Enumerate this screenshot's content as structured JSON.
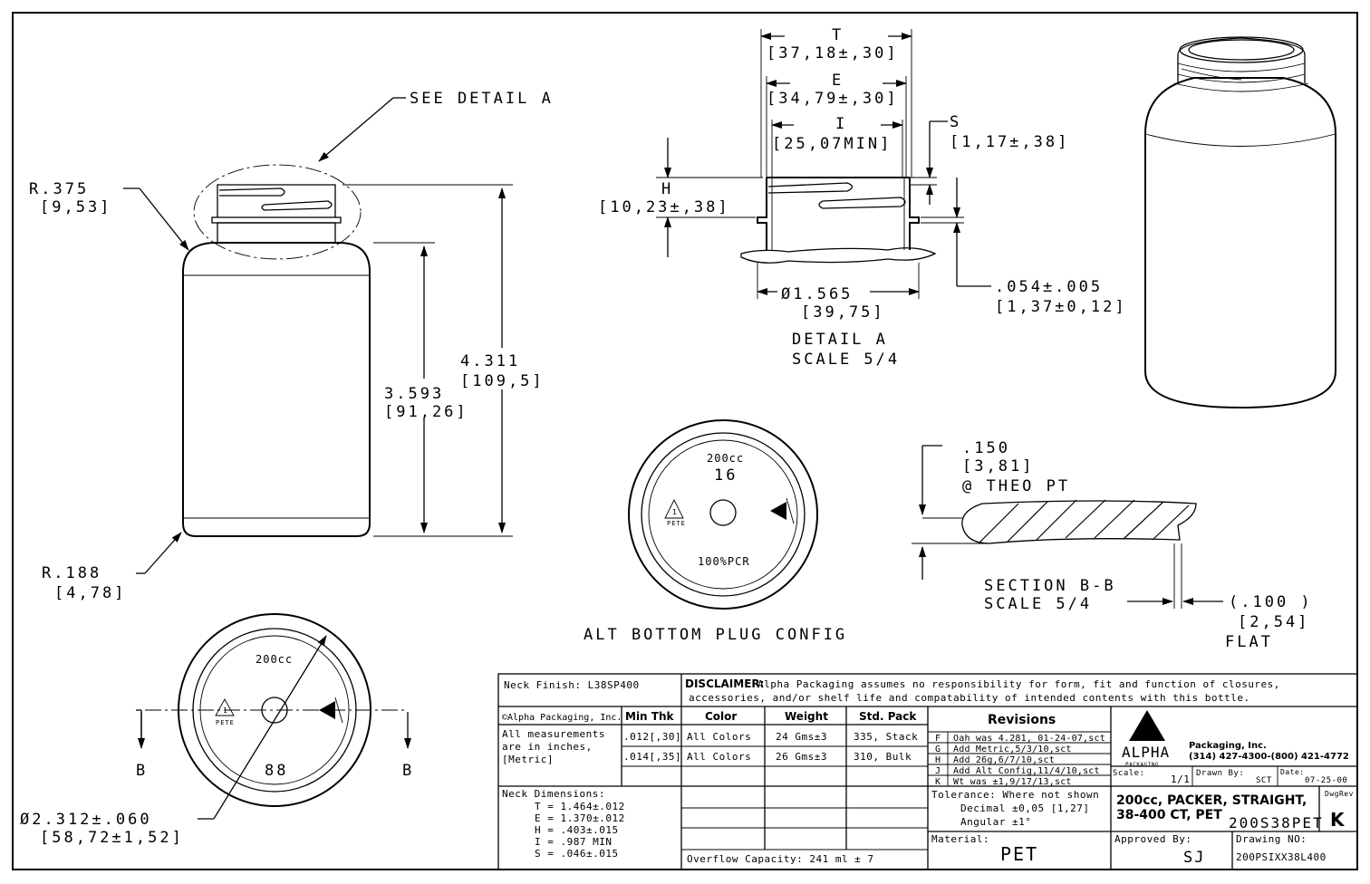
{
  "views": {
    "front": {
      "see_detail": "SEE DETAIL A",
      "r_top": "R.375",
      "r_top_mm": "[9,53]",
      "r_bot": "R.188",
      "r_bot_mm": "[4,78]",
      "h_body": "3.593",
      "h_body_mm": "[91,26]",
      "h_total": "4.311",
      "h_total_mm": "[109,5]"
    },
    "detail_a": {
      "t": "T",
      "t_val": "[37,18±,30]",
      "e": "E",
      "e_val": "[34,79±,30]",
      "i": "I",
      "i_val": "[25,07MIN]",
      "s": "S",
      "s_val": "[1,17±,38]",
      "h": "H",
      "h_val": "[10,23±,38]",
      "dia": "Ø1.565",
      "dia_mm": "[39,75]",
      "thk": ".054±.005",
      "thk_mm": "[1,37±0,12]",
      "title": "DETAIL A",
      "scale": "SCALE 5/4"
    },
    "bottom": {
      "cap": "200cc",
      "num": "88",
      "pete": "PETE",
      "sec_left": "B",
      "sec_right": "B",
      "dia": "Ø2.312±.060",
      "dia_mm": "[58,72±1,52]"
    },
    "alt_bottom": {
      "cap": "200cc",
      "num": "16",
      "pcr": "100%PCR",
      "pete": "PETE",
      "title": "ALT BOTTOM PLUG CONFIG"
    },
    "section_bb": {
      "h": ".150",
      "h_mm": "[3,81]",
      "theo": "@ THEO PT",
      "title": "SECTION B-B",
      "scale": "SCALE 5/4",
      "flat": "(.100 )",
      "flat_mm": "[2,54]",
      "flat_lbl": "FLAT"
    }
  },
  "title_block": {
    "neck_finish": "Neck Finish: L38SP400",
    "disclaimer_head": "DISCLAIMER:",
    "disclaimer_1": "Alpha Packaging assumes no responsibility for form, fit and function of closures,",
    "disclaimer_2": "accessories, and/or shelf life and compatability of intended contents with this bottle.",
    "copyright": "©Alpha Packaging, Inc.",
    "col_min_thk": "Min Thk",
    "col_color": "Color",
    "col_weight": "Weight",
    "col_pack": "Std. Pack",
    "meas_1": "All measurements",
    "meas_2": "are in inches,",
    "meas_3": "[Metric]",
    "rows": [
      {
        "thk": ".012[,30]",
        "color": "All Colors",
        "weight": "24 Gms±3",
        "pack": "335, Stack"
      },
      {
        "thk": ".014[,35]",
        "color": "All Colors",
        "weight": "26 Gms±3",
        "pack": "310, Bulk"
      }
    ],
    "neck_dims_head": "Neck Dimensions:",
    "neck_dims": [
      "T = 1.464±.012",
      "E = 1.370±.012",
      "H = .403±.015",
      "I = .987 MIN",
      "S = .046±.015"
    ],
    "overflow": "Overflow Capacity: 241 ml ± 7",
    "revisions_head": "Revisions",
    "revisions": [
      {
        "rev": "F",
        "text": "Oah was 4.281, 01-24-07,sct"
      },
      {
        "rev": "G",
        "text": "Add Metric,5/3/10,sct"
      },
      {
        "rev": "H",
        "text": "Add 26g,6/7/10,sct"
      },
      {
        "rev": "J",
        "text": "Add Alt Config,11/4/10,sct"
      },
      {
        "rev": "K",
        "text": "Wt was ±1,9/17/13,sct"
      }
    ],
    "tolerance_1": "Tolerance: Where not shown",
    "tolerance_2": "Decimal ±0,05 [1,27]",
    "tolerance_3": "Angular ±1°",
    "material_lbl": "Material:",
    "material": "PET",
    "company": "Packaging, Inc.",
    "phone": "(314) 427-4300-(800) 421-4772",
    "logo_text": "ALPHA",
    "logo_sub": "PACKAGING",
    "scale_lbl": "Scale:",
    "scale": "1/1",
    "drawn_lbl": "Drawn By:",
    "drawn": "SCT",
    "date_lbl": "Date:",
    "date": "07-25-00",
    "desc_1": "200cc, PACKER, STRAIGHT,",
    "desc_2": "38-400 CT, PET",
    "part": "200S38PET",
    "dwgrev_lbl": "DwgRev",
    "dwgrev": "K",
    "approved_lbl": "Approved By:",
    "approved": "SJ",
    "drawing_no_lbl": "Drawing NO:",
    "drawing_no": "200PSIXX38L400"
  }
}
